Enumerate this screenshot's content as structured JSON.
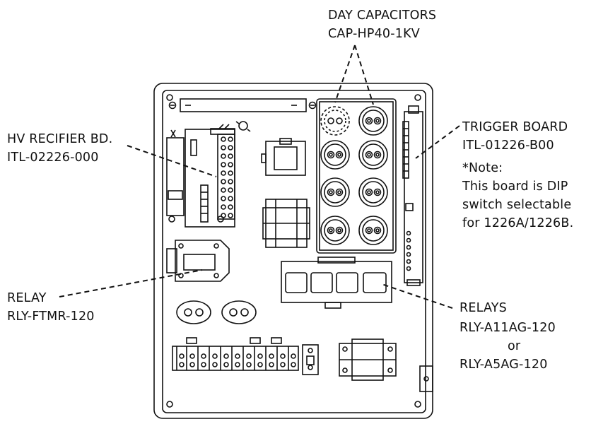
{
  "labels": {
    "day_capacitors": {
      "line1": "DAY CAPACITORS",
      "line2": "CAP-HP40-1KV"
    },
    "hv_rectifier": {
      "line1": "HV RECIFIER BD.",
      "line2": "ITL-02226-000"
    },
    "trigger_board": {
      "line1": "TRIGGER BOARD",
      "line2": "ITL-01226-B00"
    },
    "note": {
      "line1": "*Note:",
      "line2": "This board is DIP",
      "line3": "switch selectable",
      "line4": "for 1226A/1226B."
    },
    "relay": {
      "line1": "RELAY",
      "line2": "RLY-FTMR-120"
    },
    "relays": {
      "line1": "RELAYS",
      "line2": "RLY-A11AG-120",
      "line3": "or",
      "line4": "RLY-A5AG-120"
    }
  }
}
